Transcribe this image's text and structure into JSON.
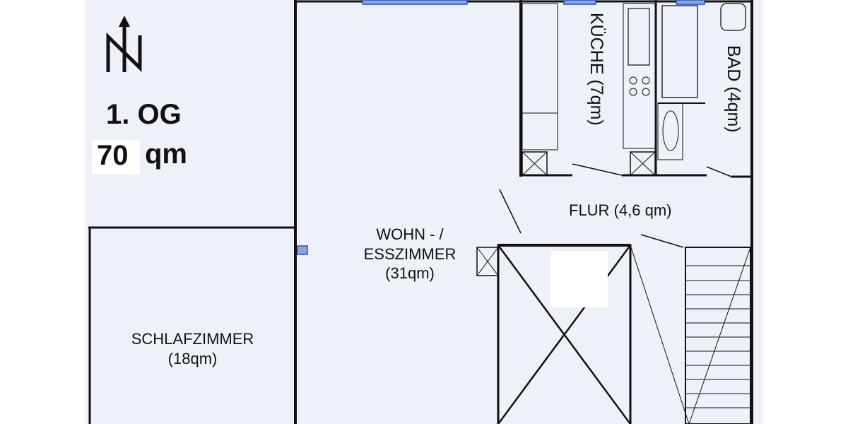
{
  "header": {
    "floor": "1. OG",
    "area_value": "70",
    "area_unit": "qm",
    "north_label": "N"
  },
  "rooms": {
    "wohn_line1": "WOHN - /",
    "wohn_line2": "ESSZIMMER",
    "wohn_area": "(31qm)",
    "schlaf_name": "SCHLAFZIMMER",
    "schlaf_area": "(18qm)",
    "kueche": "KÜCHE (7qm)",
    "bad": "BAD (4qm)",
    "flur": "FLUR (4,6 qm)"
  },
  "colors": {
    "wall": "#111111",
    "window": "#3b63c4",
    "paper": "#eef1f7"
  }
}
